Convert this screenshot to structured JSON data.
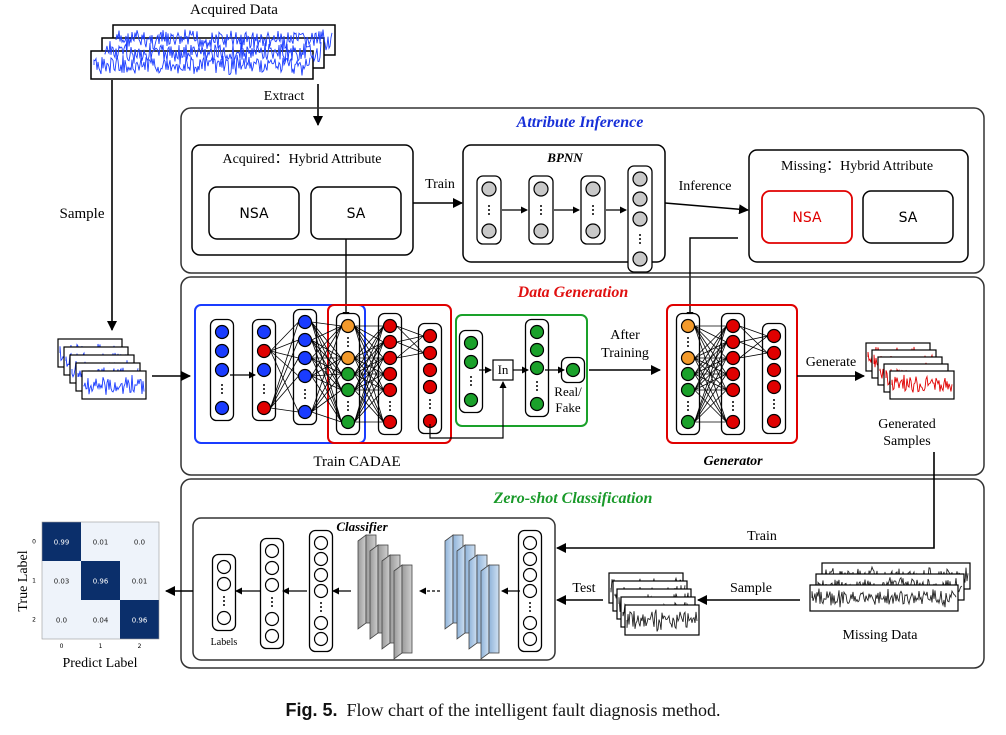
{
  "colors": {
    "blue": "#1a3cff",
    "red": "#e00000",
    "green": "#1aa12a",
    "orange": "#f39a2b",
    "title_blue": "#1830d8",
    "title_red": "#e01010",
    "title_green": "#1a9a2a",
    "matrix_dark": "#0b2f6b",
    "matrix_light": "#eef3fa"
  },
  "labels": {
    "acquired_data": "Acquired Data",
    "extract": "Extract",
    "sample_left": "Sample",
    "attribute_inference": "Attribute Inference",
    "acquired_hybrid": "Acquired：Hybrid Attribute",
    "nsa": "NSA",
    "sa": "SA",
    "train_top": "Train",
    "bpnn": "BPNN",
    "inference": "Inference",
    "missing_hybrid": "Missing：Hybrid Attribute",
    "missing_nsa": "NSA",
    "missing_sa": "SA",
    "data_generation": "Data Generation",
    "in_node": "In",
    "real": "Real/",
    "fake": "Fake",
    "after": "After",
    "training": "Training",
    "train_cadae": "Train CADAE",
    "generator": "Generator",
    "generate": "Generate",
    "generated": "Generated",
    "samples": "Samples",
    "zero_shot": "Zero-shot Classification",
    "classifier": "Classifier",
    "train_bottom": "Train",
    "test": "Test",
    "sample_bottom": "Sample",
    "missing_data": "Missing Data",
    "labels_text": "Labels",
    "true_label": "True Label",
    "predict_label": "Predict Label"
  },
  "confusion_matrix": {
    "values": [
      [
        "0.99",
        "0.01",
        "0.0"
      ],
      [
        "0.03",
        "0.96",
        "0.01"
      ],
      [
        "0.0",
        "0.04",
        "0.96"
      ]
    ],
    "row_ticks": [
      "0",
      "1",
      "2"
    ],
    "col_ticks": [
      "0",
      "1",
      "2"
    ]
  },
  "caption": {
    "prefix": "Fig. 5.",
    "text": "Flow chart of the intelligent fault diagnosis method."
  }
}
